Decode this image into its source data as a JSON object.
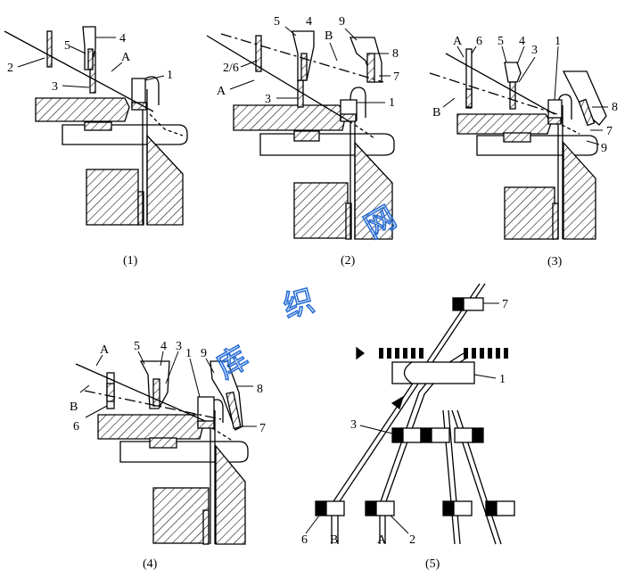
{
  "panels": [
    {
      "caption": "(1)",
      "labels": {
        "a": "4",
        "b": "5",
        "c": "2",
        "d": "A",
        "e": "3",
        "f": "1"
      }
    },
    {
      "caption": "(2)",
      "labels": {
        "a": "5",
        "b": "4",
        "c": "9",
        "d": "B",
        "e": "8",
        "f": "2/6",
        "g": "7",
        "h": "A",
        "i": "3",
        "j": "1"
      }
    },
    {
      "caption": "(3)",
      "labels": {
        "a": "A",
        "b": "6",
        "c": "5",
        "d": "4",
        "e": "3",
        "f": "1",
        "g": "B",
        "h": "8",
        "i": "7",
        "j": "9"
      }
    },
    {
      "caption": "(4)",
      "labels": {
        "a": "A",
        "b": "5",
        "c": "4",
        "d": "3",
        "e": "1",
        "f": "9",
        "g": "8",
        "h": "B",
        "i": "6",
        "j": "7"
      }
    },
    {
      "caption": "(5)",
      "labels": {
        "a": "7",
        "b": "1",
        "c": "3",
        "d": "6",
        "e": "B",
        "f": "A",
        "g": "2"
      }
    }
  ],
  "watermarks": [
    "织",
    "网",
    "库"
  ],
  "colors": {
    "line": "#000000",
    "watermark": "#2a6fd6"
  }
}
